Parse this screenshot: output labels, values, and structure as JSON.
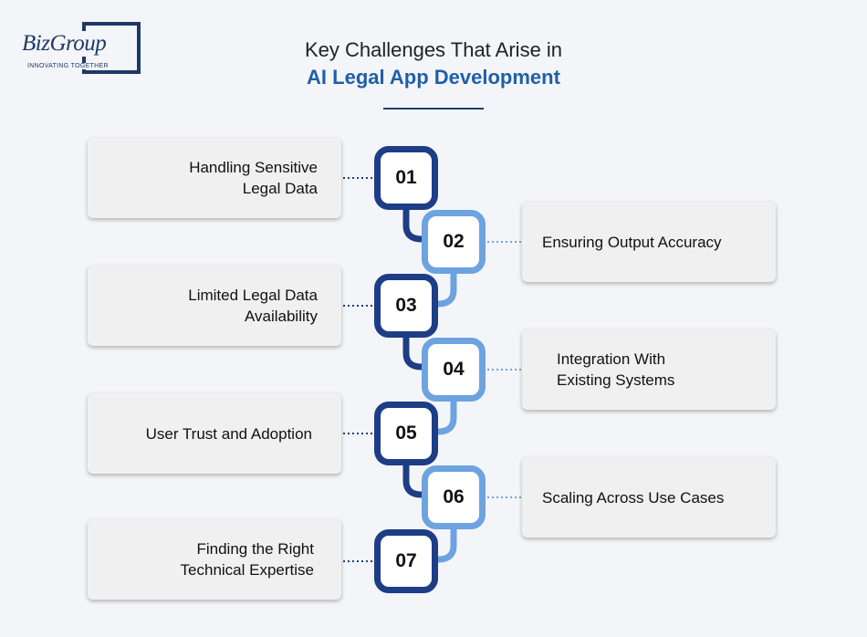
{
  "logo": {
    "text": "BizGroup",
    "tagline": "INNOVATING TOGETHER"
  },
  "title": {
    "line1": "Key Challenges That Arise in",
    "line2": "AI Legal App Development"
  },
  "colors": {
    "dark_blue": "#1d3d86",
    "light_blue": "#6ca3e0",
    "accent_title": "#1f5fa8"
  },
  "steps": [
    {
      "number": "01",
      "label": "Handling Sensitive\nLegal Data"
    },
    {
      "number": "02",
      "label": "Ensuring Output Accuracy"
    },
    {
      "number": "03",
      "label": "Limited Legal Data\nAvailability"
    },
    {
      "number": "04",
      "label": "Integration With\nExisting Systems"
    },
    {
      "number": "05",
      "label": "User Trust and Adoption"
    },
    {
      "number": "06",
      "label": "Scaling Across Use Cases"
    },
    {
      "number": "07",
      "label": "Finding the Right\nTechnical Expertise"
    }
  ]
}
